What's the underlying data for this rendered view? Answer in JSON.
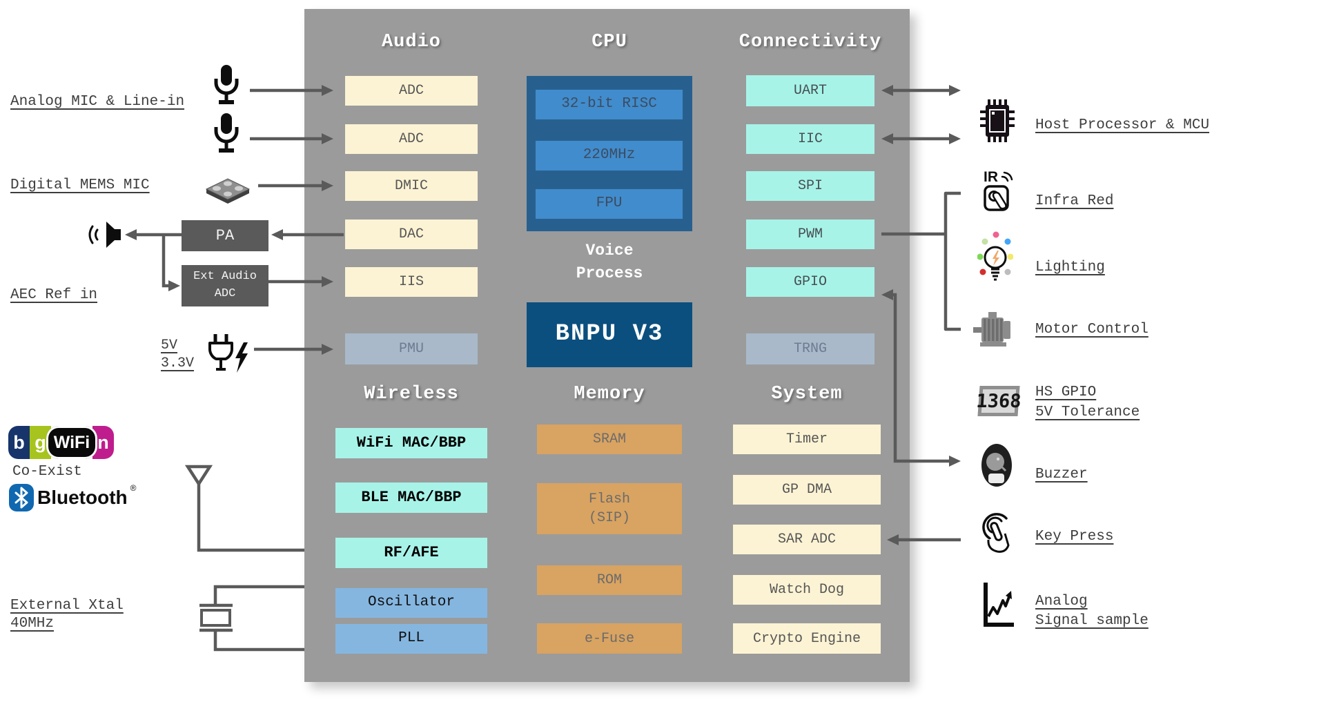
{
  "palette": {
    "block_bg": "#9b9b9b",
    "cream": "#fcf3d4",
    "cyan": "#a8f3e8",
    "cpu_outer": "#27608f",
    "cpu_inner": "#418ccc",
    "bnpu_blue": "#0b4f7f",
    "slate": "#a9b9ca",
    "memory_tan": "#d9a361",
    "osc_blue": "#85b6e0",
    "dark_box": "#5a5a5a",
    "wire": "#5a5a5a",
    "label_text": "#3d3d3d"
  },
  "chip": {
    "audio": {
      "title": "Audio",
      "adc1": "ADC",
      "adc2": "ADC",
      "dmic": "DMIC",
      "dac": "DAC",
      "iis": "IIS",
      "pmu": "PMU"
    },
    "wireless": {
      "title": "Wireless",
      "wifi": "WiFi MAC/BBP",
      "ble": "BLE MAC/BBP",
      "rf": "RF/AFE",
      "osc": "Oscillator",
      "pll": "PLL"
    },
    "cpu": {
      "title": "CPU",
      "risc": "32-bit RISC",
      "freq": "220MHz",
      "fpu": "FPU",
      "voice_line1": "Voice",
      "voice_line2": "Process",
      "bnpu": "BNPU V3"
    },
    "memory": {
      "title": "Memory",
      "sram": "SRAM",
      "flash_line1": "Flash",
      "flash_line2": "(SIP)",
      "rom": "ROM",
      "efuse": "e-Fuse"
    },
    "connectivity": {
      "title": "Connectivity",
      "uart": "UART",
      "iic": "IIC",
      "spi": "SPI",
      "pwm": "PWM",
      "gpio": "GPIO",
      "trng": "TRNG"
    },
    "system": {
      "title": "System",
      "timer": "Timer",
      "gpdma": "GP DMA",
      "saradc": "SAR ADC",
      "watchdog": "Watch Dog",
      "crypto": "Crypto Engine"
    }
  },
  "left": {
    "analog_mic": "Analog MIC & Line-in",
    "mems_mic": "Digital MEMS MIC",
    "pa": "PA",
    "ext_adc_line1": "Ext Audio",
    "ext_adc_line2": "ADC",
    "aec": "AEC Ref in",
    "v5": "5V",
    "v33": "3.3V",
    "wifi_b": "b",
    "wifi_g": "g",
    "wifi_core": "WiFi",
    "wifi_n": "n",
    "coexist": "Co-Exist",
    "bluetooth": "Bluetooth",
    "bluetooth_reg": "®",
    "xtal_line1": "External Xtal",
    "xtal_line2": "40MHz"
  },
  "right": {
    "host": "Host Processor & MCU",
    "ir_text": "IR",
    "infra_red": "Infra Red",
    "lighting": "Lighting",
    "motor": "Motor Control",
    "seg_display": "1368",
    "hs_gpio_line1": "HS GPIO",
    "hs_gpio_line2": "5V Tolerance",
    "buzzer": "Buzzer",
    "key_press": "Key Press",
    "analog_line1": "Analog",
    "analog_line2": "Signal sample"
  }
}
